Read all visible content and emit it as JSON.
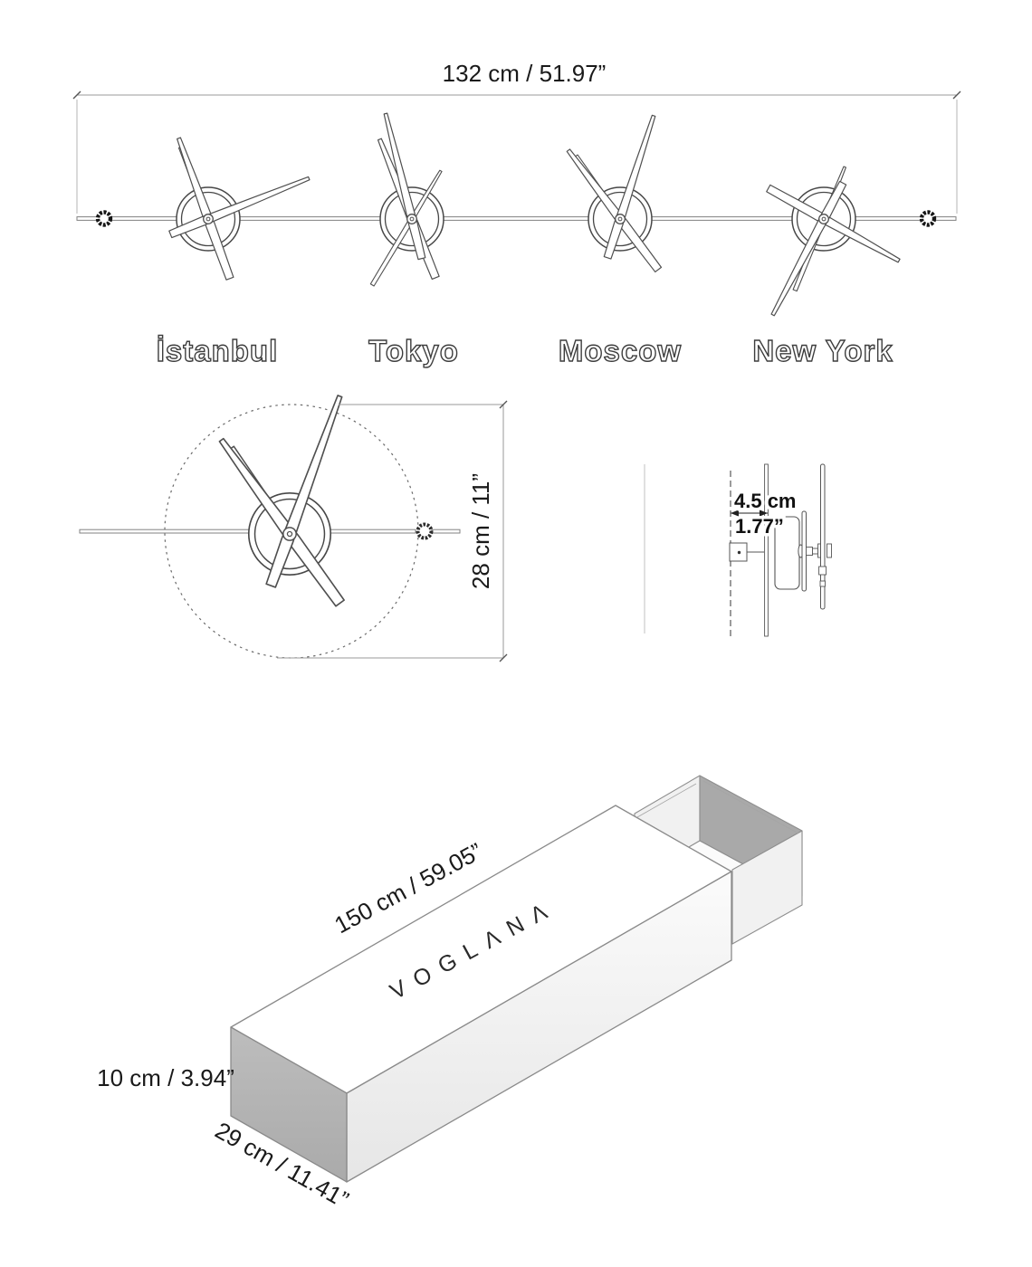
{
  "page": {
    "background": "#ffffff",
    "type": "product-dimension-sheet"
  },
  "front_view": {
    "width_label": "132 cm / 51.97”",
    "cities": [
      {
        "label": "İstanbul"
      },
      {
        "label": "Tokyo"
      },
      {
        "label": "Moscow"
      },
      {
        "label": "New York"
      }
    ]
  },
  "detail_view": {
    "height_label": "28 cm / 11”"
  },
  "side_view": {
    "depth_cm_label": "4.5 cm",
    "depth_in_label": "1.77”"
  },
  "package_view": {
    "length_label": "150 cm / 59.05”",
    "brand": "VOGLΛNΛ",
    "height_label": "10 cm / 3.94”",
    "width_label": "29 cm / 11.41”"
  },
  "colors": {
    "line": "#8e8e8e",
    "text": "#1a1a1a",
    "box_end_face": "#b3b3b3",
    "box_front_face": "#ececec",
    "tray_inner_dark": "#a9a9a9",
    "tray_inner_light": "#f1f1f1"
  }
}
